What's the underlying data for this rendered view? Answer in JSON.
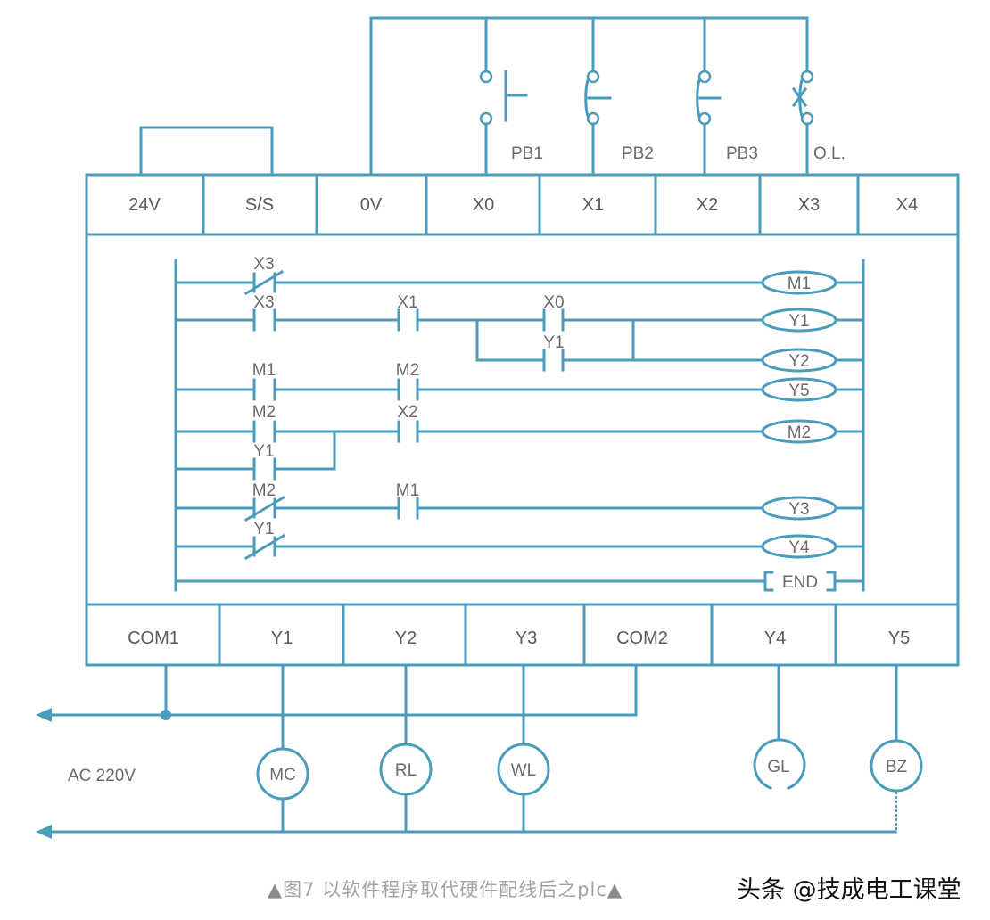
{
  "colors": {
    "wire": "#4a9cbb",
    "text": "#6b6b6b",
    "background": "#ffffff"
  },
  "switches": [
    {
      "id": "PB1",
      "label": "PB1",
      "type": "normally-open pushbutton"
    },
    {
      "id": "PB2",
      "label": "PB2",
      "type": "normally-closed pushbutton"
    },
    {
      "id": "PB3",
      "label": "PB3",
      "type": "normally-closed pushbutton"
    },
    {
      "id": "OL",
      "label": "O.L.",
      "type": "overload normally-closed contact"
    }
  ],
  "input_terminals": [
    "24V",
    "S/S",
    "0V",
    "X0",
    "X1",
    "X2",
    "X3",
    "X4"
  ],
  "output_terminals": [
    "COM1",
    "Y1",
    "Y2",
    "Y3",
    "COM2",
    "Y4",
    "Y5"
  ],
  "ladder": {
    "rungs": [
      {
        "contacts": [
          {
            "name": "X3",
            "type": "NC"
          }
        ],
        "coil": "M1"
      },
      {
        "contacts": [
          {
            "name": "X3",
            "type": "NO"
          },
          {
            "name": "X1",
            "type": "NO"
          }
        ],
        "parallel": [
          {
            "name": "X0",
            "type": "NO"
          },
          {
            "name": "Y1",
            "type": "NO"
          }
        ],
        "coil": "Y1",
        "coil2": "Y2"
      },
      {
        "contacts": [
          {
            "name": "M1",
            "type": "NO"
          },
          {
            "name": "M2",
            "type": "NO"
          }
        ],
        "coil": "Y5"
      },
      {
        "parallel": [
          {
            "name": "M2",
            "type": "NO"
          },
          {
            "name": "Y1",
            "type": "NO"
          }
        ],
        "contacts": [
          {
            "name": "X2",
            "type": "NO"
          }
        ],
        "coil": "M2"
      },
      {
        "contacts": [
          {
            "name": "M2",
            "type": "NC"
          },
          {
            "name": "M1",
            "type": "NO"
          }
        ],
        "coil": "Y3"
      },
      {
        "contacts": [
          {
            "name": "Y1",
            "type": "NC"
          }
        ],
        "coil": "Y4"
      },
      {
        "contacts": [],
        "coil": "END"
      }
    ],
    "labels": {
      "r1c1": "X3",
      "r2c1": "X3",
      "r2c2": "X1",
      "r2p1": "X0",
      "r2p2": "Y1",
      "r3c1": "M1",
      "r3c2": "M2",
      "r4p1": "M2",
      "r4p2": "Y1",
      "r4c2": "X2",
      "r5c1": "M2",
      "r5c2": "M1",
      "r6c1": "Y1"
    },
    "coils": [
      "M1",
      "Y1",
      "Y2",
      "Y5",
      "M2",
      "Y3",
      "Y4",
      "END"
    ]
  },
  "loads": [
    {
      "label": "MC",
      "terminal": "Y1"
    },
    {
      "label": "RL",
      "terminal": "Y2"
    },
    {
      "label": "WL",
      "terminal": "Y3"
    },
    {
      "label": "GL",
      "terminal": "Y4"
    },
    {
      "label": "BZ",
      "terminal": "Y5"
    }
  ],
  "power_label": "AC 220V",
  "caption": {
    "prefix": "▲",
    "text": "图7 以软件程序取代硬件配线后之plc",
    "suffix": "▲"
  },
  "watermark": "头条 @技成电工课堂"
}
